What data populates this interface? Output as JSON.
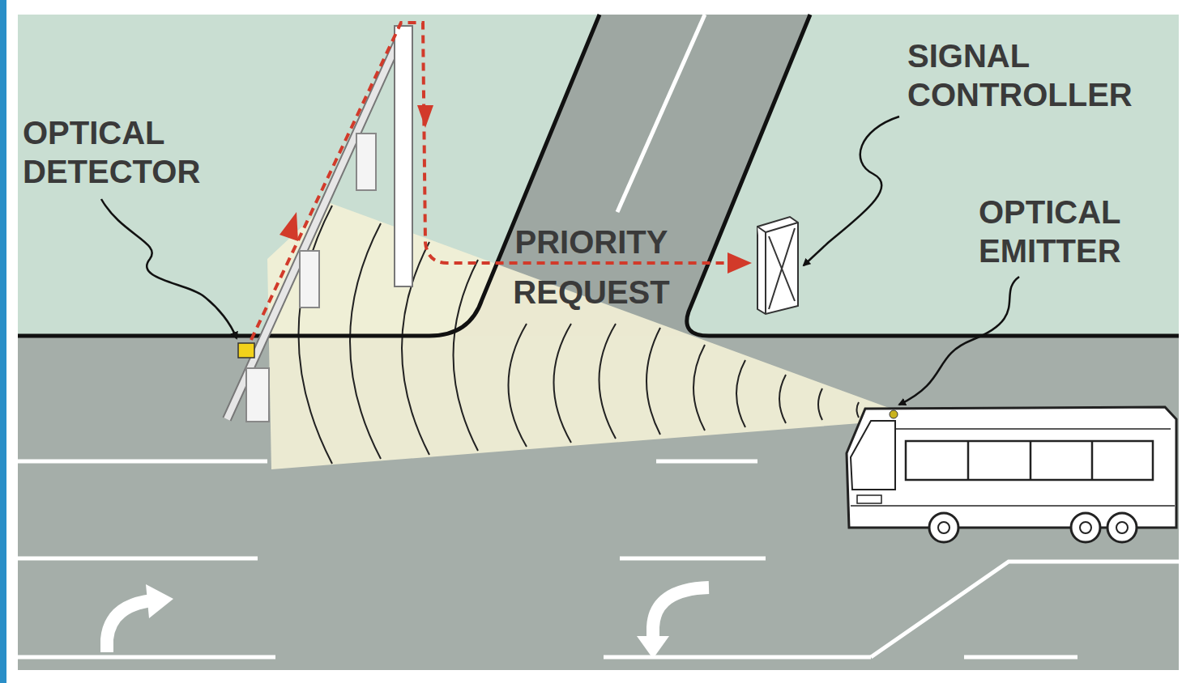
{
  "diagram": {
    "labels": [
      "OPTICAL DETECTOR",
      "SIGNAL CONTROLLER",
      "OPTICAL EMITTER",
      "PRIORITY REQUEST"
    ]
  }
}
